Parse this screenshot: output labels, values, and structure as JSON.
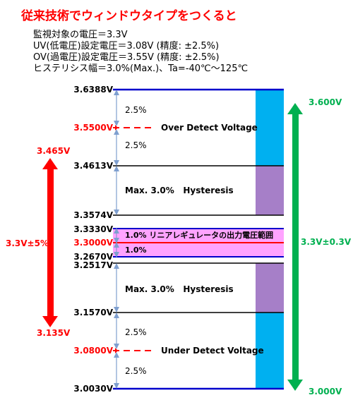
{
  "header": {
    "title": "従来技術でウィンドウタイプをつくると",
    "spec_lines": [
      "監視対象の電圧＝3.3V",
      "UV(低電圧)設定電圧＝3.08V (精度: ±2.5%)",
      "OV(過電圧)設定電圧＝3.55V (精度: ±2.5%)",
      "ヒステリシス幅＝3.0%(Max.)、Ta=-40℃～125℃"
    ]
  },
  "levels": {
    "v36388": "3.6388V",
    "v35500": "3.5500V",
    "v34613": "3.4613V",
    "v33574": "3.3574V",
    "v33330": "3.3330V",
    "v33000": "3.3000V",
    "v32670": "3.2670V",
    "v32517": "3.2517V",
    "v31570": "3.1570V",
    "v30800": "3.0800V",
    "v30030": "3.0030V"
  },
  "annotations": {
    "pct_upper_1": "2.5%",
    "pct_upper_2": "2.5%",
    "over_detect": "Over Detect Voltage",
    "hyst_upper": "Max. 3.0%   Hysteresis",
    "band_top": "1.0% リニアレギュレータの出力電圧範囲",
    "band_bottom": "1.0%",
    "hyst_lower": "Max. 3.0%   Hysteresis",
    "pct_lower_1": "2.5%",
    "pct_lower_2": "2.5%",
    "under_detect": "Under Detect Voltage"
  },
  "left_range": {
    "top": "3.465V",
    "middle": "3.3V±5%",
    "bottom": "3.135V"
  },
  "right_range": {
    "top": "3.600V",
    "middle": "3.3V±0.3V",
    "bottom": "3.000V"
  },
  "colors": {
    "title_red": "#ff0000",
    "level_red": "#ff0000",
    "level_blue": "#0000cc",
    "cyan_bar": "#00b0f0",
    "purple_bar": "#a67fc8",
    "pink_band": "#ffa3ff",
    "green": "#00b050"
  }
}
